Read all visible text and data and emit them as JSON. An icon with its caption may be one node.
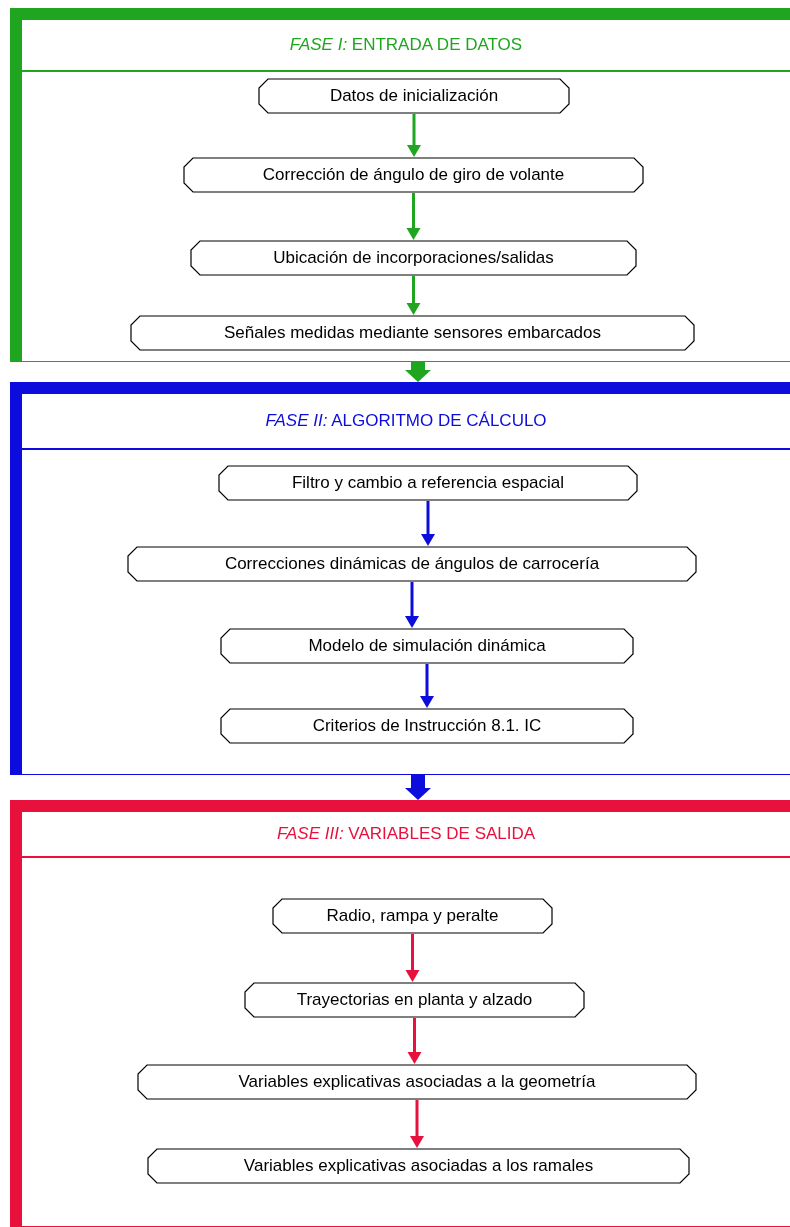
{
  "diagram": {
    "nodes": [
      {
        "text": [
          "*FASE I:* ENTRADA DE DATOS"
        ]
      },
      {
        "text": [
          "Datos de inicialización"
        ],
        "in": 0
      },
      {
        "text": [
          "Corrección de ángulo de giro de volante"
        ],
        "in": 0
      },
      {
        "text": [
          "Ubicación de incorporaciones/salidas"
        ],
        "in": 0
      },
      {
        "text": [
          "Señales medidas mediante sensores embarcados"
        ],
        "in": 0
      },
      {
        "text": [
          "*FASE II:* ALGORITMO DE CÁLCULO"
        ]
      },
      {
        "text": [
          "Filtro y cambio a referencia espacial"
        ],
        "in": 5
      },
      {
        "text": [
          "Correcciones dinámicas de ángulos de carrocería"
        ],
        "in": 5
      },
      {
        "text": [
          "Modelo de simulación dinámica"
        ],
        "in": 5
      },
      {
        "text": [
          "Criterios de Instrucción 8.1. IC"
        ],
        "in": 5
      },
      {
        "text": [
          "*FASE III:* VARIABLES DE SALIDA"
        ]
      },
      {
        "text": [
          "Radio, rampa y peralte"
        ],
        "in": 10
      },
      {
        "text": [
          "Trayectorias en planta y alzado"
        ],
        "in": 10
      },
      {
        "text": [
          "Variables explicativas asociadas a la geometría"
        ],
        "in": 10
      },
      {
        "text": [
          "Variables explicativas asociadas a los ramales"
        ],
        "in": 10
      }
    ],
    "edges": [
      {
        "from": 1,
        "to": 2,
        "arrow": "to",
        "color": "#1fa51f"
      },
      {
        "from": 2,
        "to": 3,
        "arrow": "to",
        "color": "#1fa51f"
      },
      {
        "from": 3,
        "to": 4,
        "arrow": "to",
        "color": "#1fa51f"
      },
      {
        "from": 0,
        "to": 5,
        "arrow": "to",
        "style": "thick",
        "color": "#1fa51f"
      },
      {
        "from": 6,
        "to": 7,
        "arrow": "to",
        "color": "#0c0cdc"
      },
      {
        "from": 7,
        "to": 8,
        "arrow": "to",
        "color": "#0c0cdc"
      },
      {
        "from": 8,
        "to": 9,
        "arrow": "to",
        "color": "#0c0cdc"
      },
      {
        "from": 5,
        "to": 10,
        "arrow": "to",
        "style": "thick",
        "color": "#0c0cdc"
      },
      {
        "from": 11,
        "to": 12,
        "arrow": "to",
        "color": "#e8103c"
      },
      {
        "from": 12,
        "to": 13,
        "arrow": "to",
        "color": "#e8103c"
      },
      {
        "from": 13,
        "to": 14,
        "arrow": "to",
        "color": "#e8103c"
      }
    ]
  }
}
